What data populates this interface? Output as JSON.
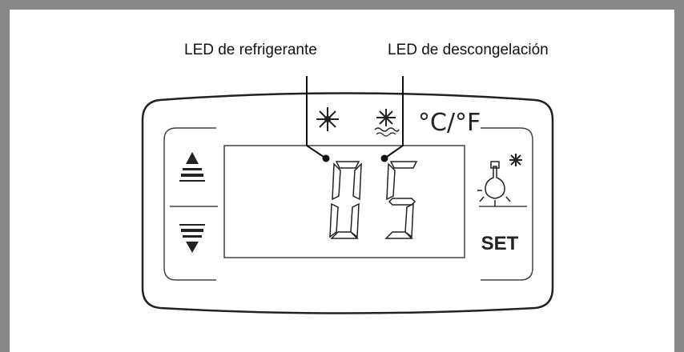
{
  "callouts": {
    "refrigerant_led": "LED de refrigerante",
    "defrost_led": "LED de descongelación"
  },
  "display": {
    "unit_label": "°C/°F",
    "digits": "05"
  },
  "buttons": {
    "up": "up-arrow-icon",
    "down": "down-arrow-icon",
    "light": "light-bulb-icon",
    "set_label": "SET"
  },
  "icons": {
    "refrigerant": "snowflake-icon",
    "defrost": "defrost-icon"
  },
  "colors": {
    "frame": "#888888",
    "line": "#222222"
  }
}
